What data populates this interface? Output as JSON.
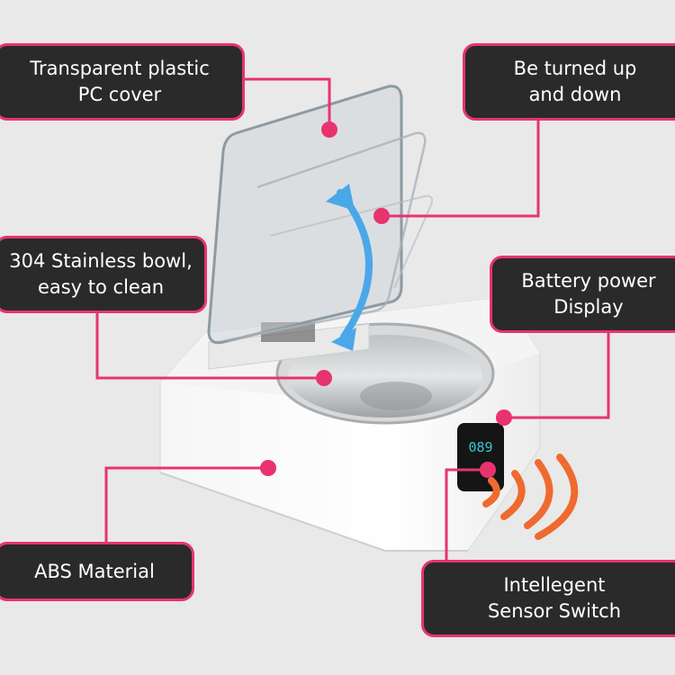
{
  "callouts": {
    "cover": {
      "line1": "Transparent plastic",
      "line2": "PC cover"
    },
    "turn": {
      "line1": "Be turned up",
      "line2": "and down"
    },
    "bowl": {
      "line1": "304 Stainless bowl,",
      "line2": "easy to clean"
    },
    "battery": {
      "line1": "Battery power",
      "line2": "Display"
    },
    "abs": {
      "line1": "ABS Material"
    },
    "sensor": {
      "line1": "Intellegent",
      "line2": "Sensor Switch"
    }
  },
  "display": {
    "readout": "089"
  },
  "colors": {
    "accent": "#e8336f",
    "callout_bg": "#2a2a2a",
    "arrow": "#4aa8e8",
    "sensor_waves": "#ef6a2e",
    "display_digits": "#34c7d6"
  }
}
